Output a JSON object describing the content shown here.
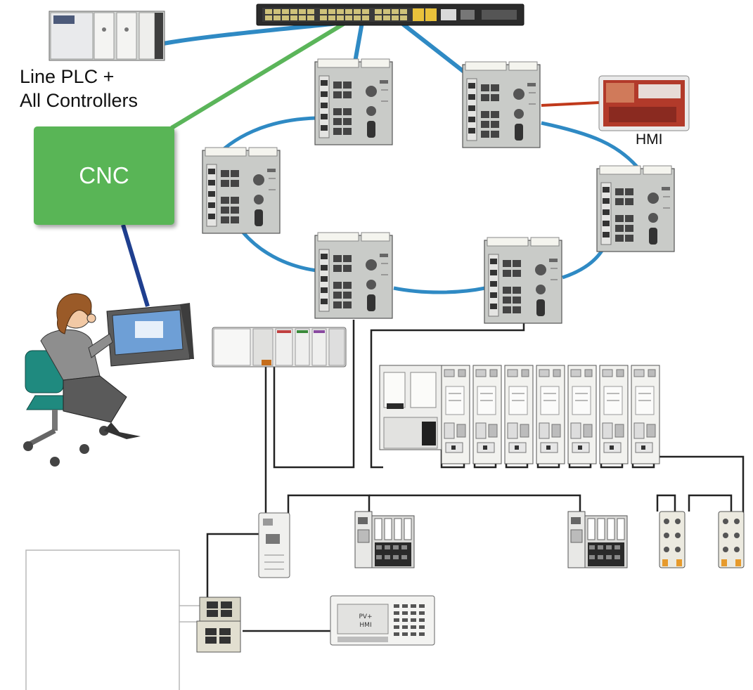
{
  "labels": {
    "plc_line1": "Line PLC +",
    "plc_line2": "All Controllers",
    "hmi": "HMI",
    "cnc": "CNC",
    "pv_line1": "PV+",
    "pv_line2": "HMI"
  },
  "colors": {
    "ring_link": "#2f8ac4",
    "cnc_link": "#5bb55a",
    "hmi_link": "#c0391b",
    "operator_link": "#1f3f8f",
    "device_link": "#222222",
    "cnc_box": "#59b556"
  },
  "icons": [
    "core-ethernet-switch-icon",
    "controller-rack-icon",
    "managed-switch-icon",
    "hmi-panel-icon",
    "operator-workstation-icon",
    "compactlogix-controller-icon",
    "servo-drive-icon",
    "network-adapter-icon",
    "io-block-icon",
    "panelview-terminal-icon"
  ]
}
